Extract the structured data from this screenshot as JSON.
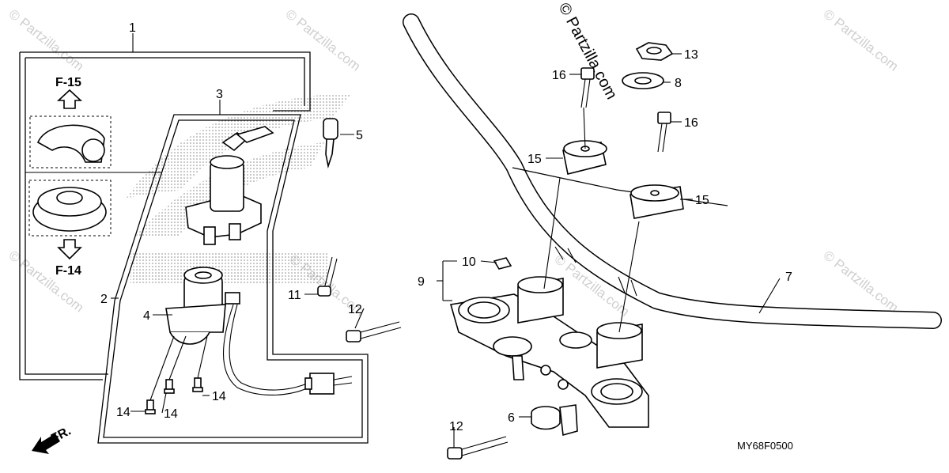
{
  "watermarks": {
    "top_center": "© Partzilla.com",
    "tile": "© Partzilla.com"
  },
  "icons": [
    "key-icon",
    "arrow-up-icon",
    "arrow-down-icon",
    "front-direction-arrow-icon"
  ],
  "references": {
    "upper": "F-15",
    "lower": "F-14"
  },
  "front_indicator": "FR.",
  "diagram_code": "MY68F0500",
  "callouts": {
    "c1": "1",
    "c2": "2",
    "c3": "3",
    "c4": "4",
    "c5": "5",
    "c6": "6",
    "c7": "7",
    "c8": "8",
    "c9": "9",
    "c10": "10",
    "c11": "11",
    "c12a": "12",
    "c12b": "12",
    "c13": "13",
    "c14a": "14",
    "c14b": "14",
    "c14c": "14",
    "c15a": "15",
    "c15b": "15",
    "c16a": "16",
    "c16b": "16"
  }
}
